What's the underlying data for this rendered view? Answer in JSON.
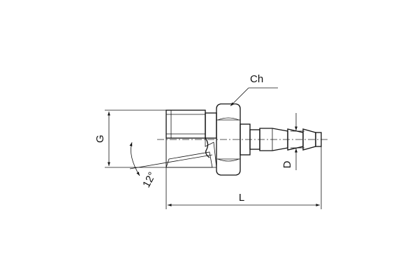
{
  "drawing": {
    "labels": {
      "hex": "Ch",
      "thread": "G",
      "hose": "D",
      "length": "L",
      "angle": "12°"
    },
    "colors": {
      "ink": "#111111",
      "body_light": "#f2f2f2",
      "body_mid": "#c8c8c8",
      "body_dark": "#8c8c8c",
      "hatch": "#555555"
    }
  }
}
